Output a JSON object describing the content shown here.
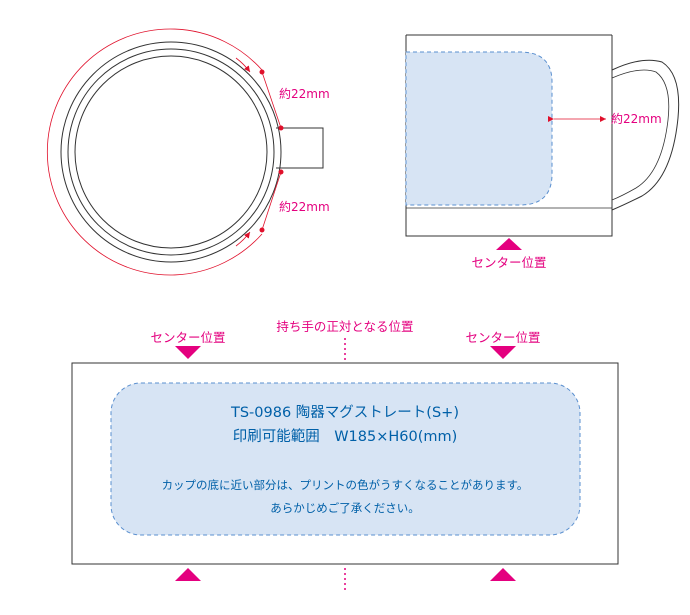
{
  "top_view": {
    "dim_upper": "約22mm",
    "dim_lower": "約22mm"
  },
  "side_view": {
    "dim_handle": "約22mm",
    "center_label": "センター位置"
  },
  "layout_view": {
    "handle_front_label": "持ち手の正対となる位置",
    "center_left_label": "センター位置",
    "center_right_label": "センター位置",
    "title_line1": "TS-0986 陶器マグストレート(S+)",
    "title_line2": "印刷可能範囲　W185×H60(mm)",
    "note_line1": "カップの底に近い部分は、プリントの色がうすくなることがあります。",
    "note_line2": "あらかじめご了承ください。"
  },
  "colors": {
    "accent": "#e4007f",
    "dim_line": "#e0102b",
    "print_area_fill": "#d7e4f4",
    "print_area_stroke": "#5a8fcf",
    "text_blue": "#0060a8"
  }
}
